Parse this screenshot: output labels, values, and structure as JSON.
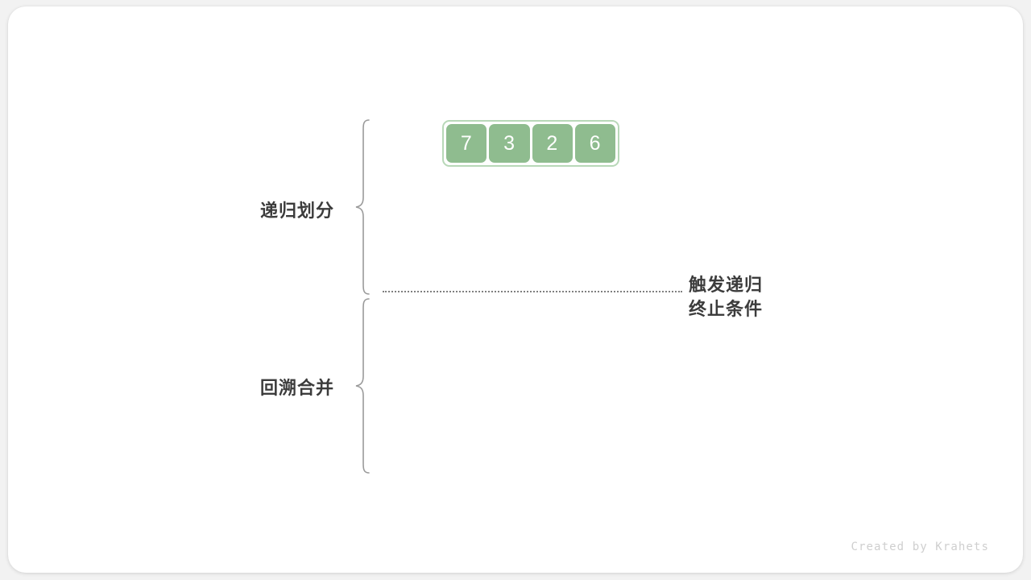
{
  "figure": {
    "background_color": "#f2f2f2",
    "card_color": "#ffffff",
    "accent_color": "#8fbc8f",
    "accent_border_color": "#b8d8b8",
    "text_color": "#3c3c3c",
    "divider_color": "#808080"
  },
  "array": {
    "cells": [
      {
        "value": "7"
      },
      {
        "value": "3"
      },
      {
        "value": "2"
      },
      {
        "value": "6"
      }
    ]
  },
  "sections": {
    "divide": {
      "label": "递归划分"
    },
    "merge": {
      "label": "回溯合并"
    }
  },
  "base_case_note": {
    "line1": "触发递归",
    "line2": "终止条件"
  },
  "credit": {
    "text": "Created by Krahets"
  }
}
